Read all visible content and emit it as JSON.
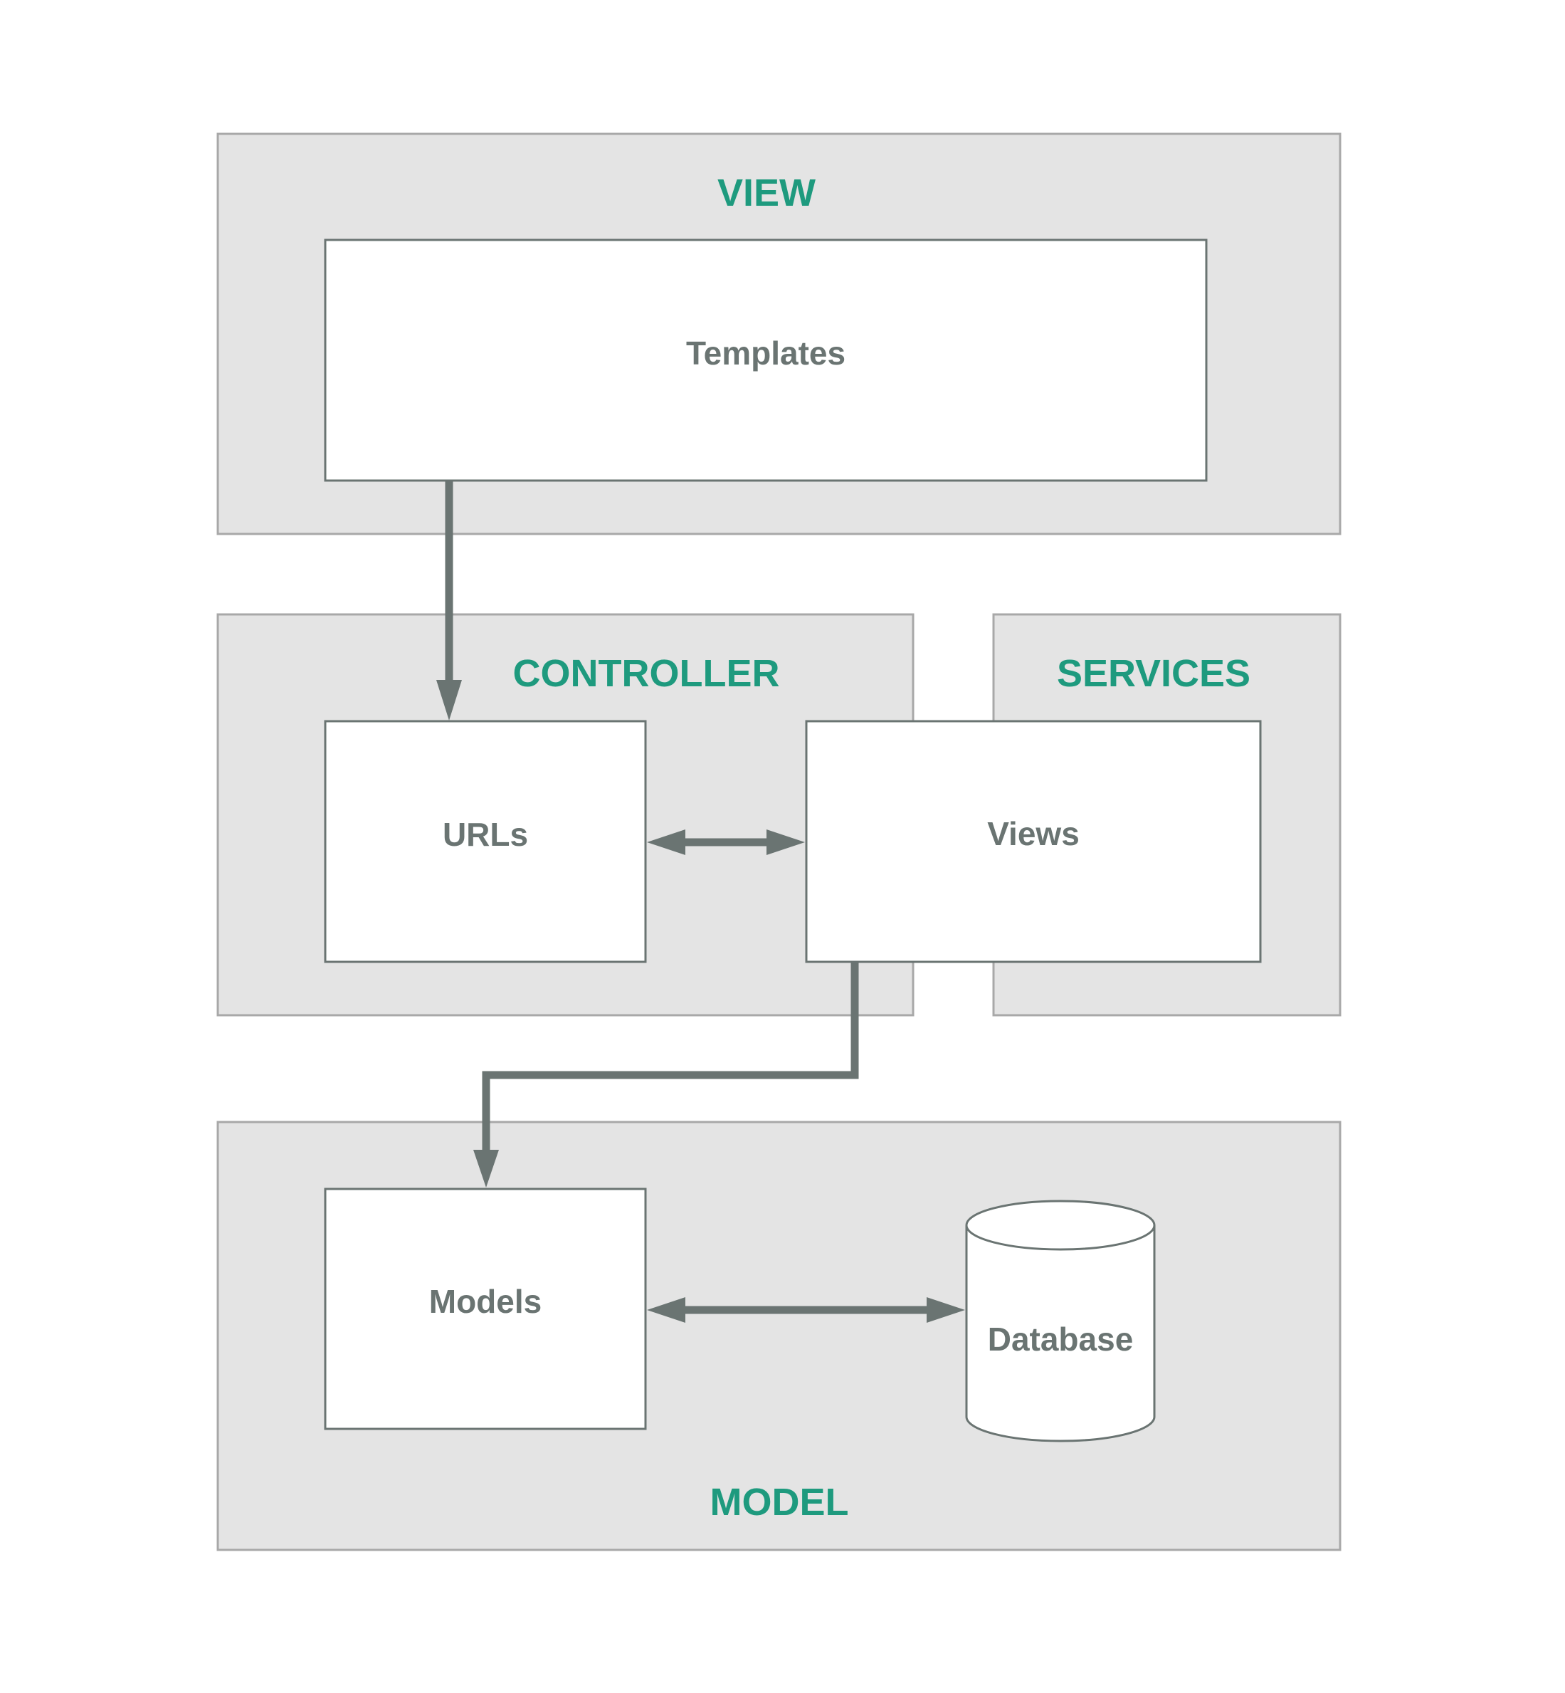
{
  "diagram": {
    "groups": {
      "view": "VIEW",
      "controller": "CONTROLLER",
      "services": "SERVICES",
      "model": "MODEL"
    },
    "nodes": {
      "templates": "Templates",
      "urls": "URLs",
      "views": "Views",
      "models": "Models",
      "database": "Database"
    },
    "edges": [
      {
        "from": "Templates",
        "to": "URLs",
        "direction": "forward"
      },
      {
        "from": "URLs",
        "to": "Views",
        "direction": "both"
      },
      {
        "from": "Views",
        "to": "Models",
        "direction": "forward"
      },
      {
        "from": "Models",
        "to": "Database",
        "direction": "both"
      }
    ],
    "colors": {
      "group_fill": "#e4e4e4",
      "group_border": "#a8a8a8",
      "group_label": "#1e9a7e",
      "node_fill": "#ffffff",
      "node_border": "#6a7472",
      "node_label": "#6a7472",
      "connector": "#6a7472"
    }
  }
}
